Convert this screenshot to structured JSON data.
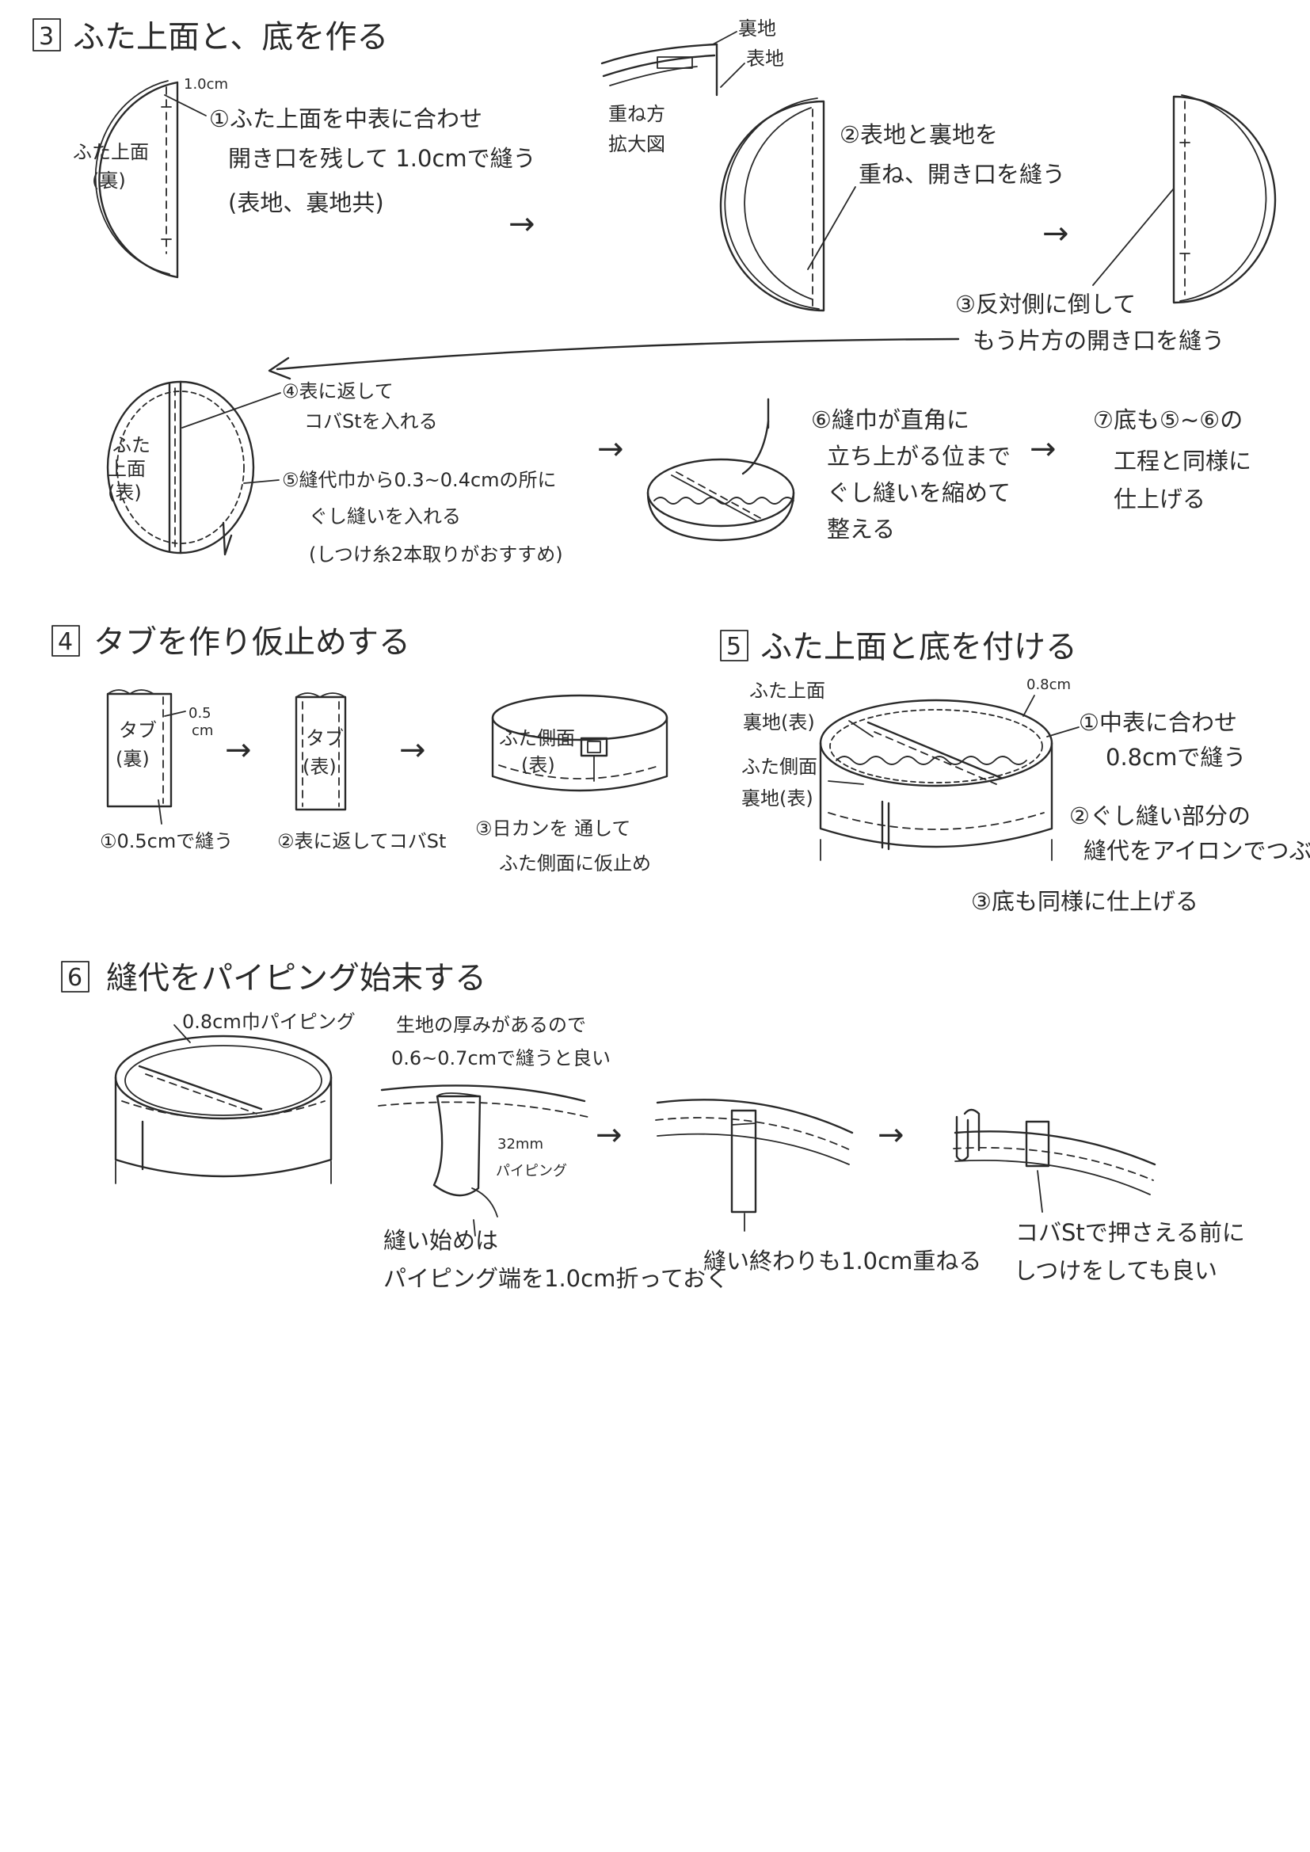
{
  "sections": {
    "s3": {
      "number": "3",
      "title": "ふた上面と、底を作る",
      "fig1": {
        "label_line1": "ふた上面",
        "label_line2": "(裏)",
        "dim": "1.0cm",
        "step_line1": "①ふた上面を中表に合わせ",
        "step_line2": "開き口を残して 1.0cmで縫う",
        "step_line3": "(表地、裏地共)"
      },
      "fig2": {
        "lining": "裏地",
        "outer": "表地",
        "enlarge_line1": "重ね方",
        "enlarge_line2": "拡大図",
        "step_line1": "②表地と裏地を",
        "step_line2": "重ね、開き口を縫う"
      },
      "fig3": {
        "step_line1": "③反対側に倒して",
        "step_line2": "もう片方の開き口を縫う"
      },
      "fig4": {
        "label_line1": "ふた",
        "label_line2": "上面",
        "label_line3": "(表)",
        "step4_line1": "④表に返して",
        "step4_line2": "コバStを入れる",
        "step5_line1": "⑤縫代巾から0.3~0.4cmの所に",
        "step5_line2": "ぐし縫いを入れる",
        "step5_line3": "(しつけ糸2本取りがおすすめ)"
      },
      "fig5": {
        "step6_line1": "⑥縫巾が直角に",
        "step6_line2": "立ち上がる位まで",
        "step6_line3": "ぐし縫いを縮めて",
        "step6_line4": "整える"
      },
      "step7": {
        "line1": "⑦底も⑤~⑥の",
        "line2": "工程と同様に",
        "line3": "仕上げる"
      }
    },
    "s4": {
      "number": "4",
      "title": "タブを作り仮止めする",
      "tab1_line1": "タブ",
      "tab1_line2": "(裏)",
      "dim_line1": "0.5",
      "dim_line2": "cm",
      "step1": "①0.5cmで縫う",
      "tab2_line1": "タブ",
      "tab2_line2": "(表)",
      "step2": "②表に返してコバSt",
      "side_line1": "ふた側面",
      "side_line2": "(表)",
      "step3_line1": "③日カンを 通して",
      "step3_line2": "ふた側面に仮止め"
    },
    "s5": {
      "number": "5",
      "title": "ふた上面と底を付ける",
      "top_line1": "ふた上面",
      "top_line2": "裏地(表)",
      "dim": "0.8cm",
      "side_line1": "ふた側面",
      "side_line2": "裏地(表)",
      "step1_line1": "①中表に合わせ",
      "step1_line2": "0.8cmで縫う",
      "step2_line1": "②ぐし縫い部分の",
      "step2_line2": "縫代をアイロンでつぶす",
      "step3": "③底も同様に仕上げる"
    },
    "s6": {
      "number": "6",
      "title": "縫代をパイピング始末する",
      "piping_width": "0.8cm巾パイピング",
      "note_line1": "生地の厚みがあるので",
      "note_line2": "0.6~0.7cmで縫うと良い",
      "piping_dim": "32mm",
      "piping_word": "パイピング",
      "start_line1": "縫い始めは",
      "start_line2": "パイピング端を1.0cm折っておく",
      "end_note": "縫い終わりも1.0cm重ねる",
      "final_line1": "コバStで押さえる前に",
      "final_line2": "しつけをしても良い"
    }
  },
  "arrow_glyph": "→",
  "colors": {
    "ink": "#2a2a2a",
    "paper": "#ffffff"
  }
}
